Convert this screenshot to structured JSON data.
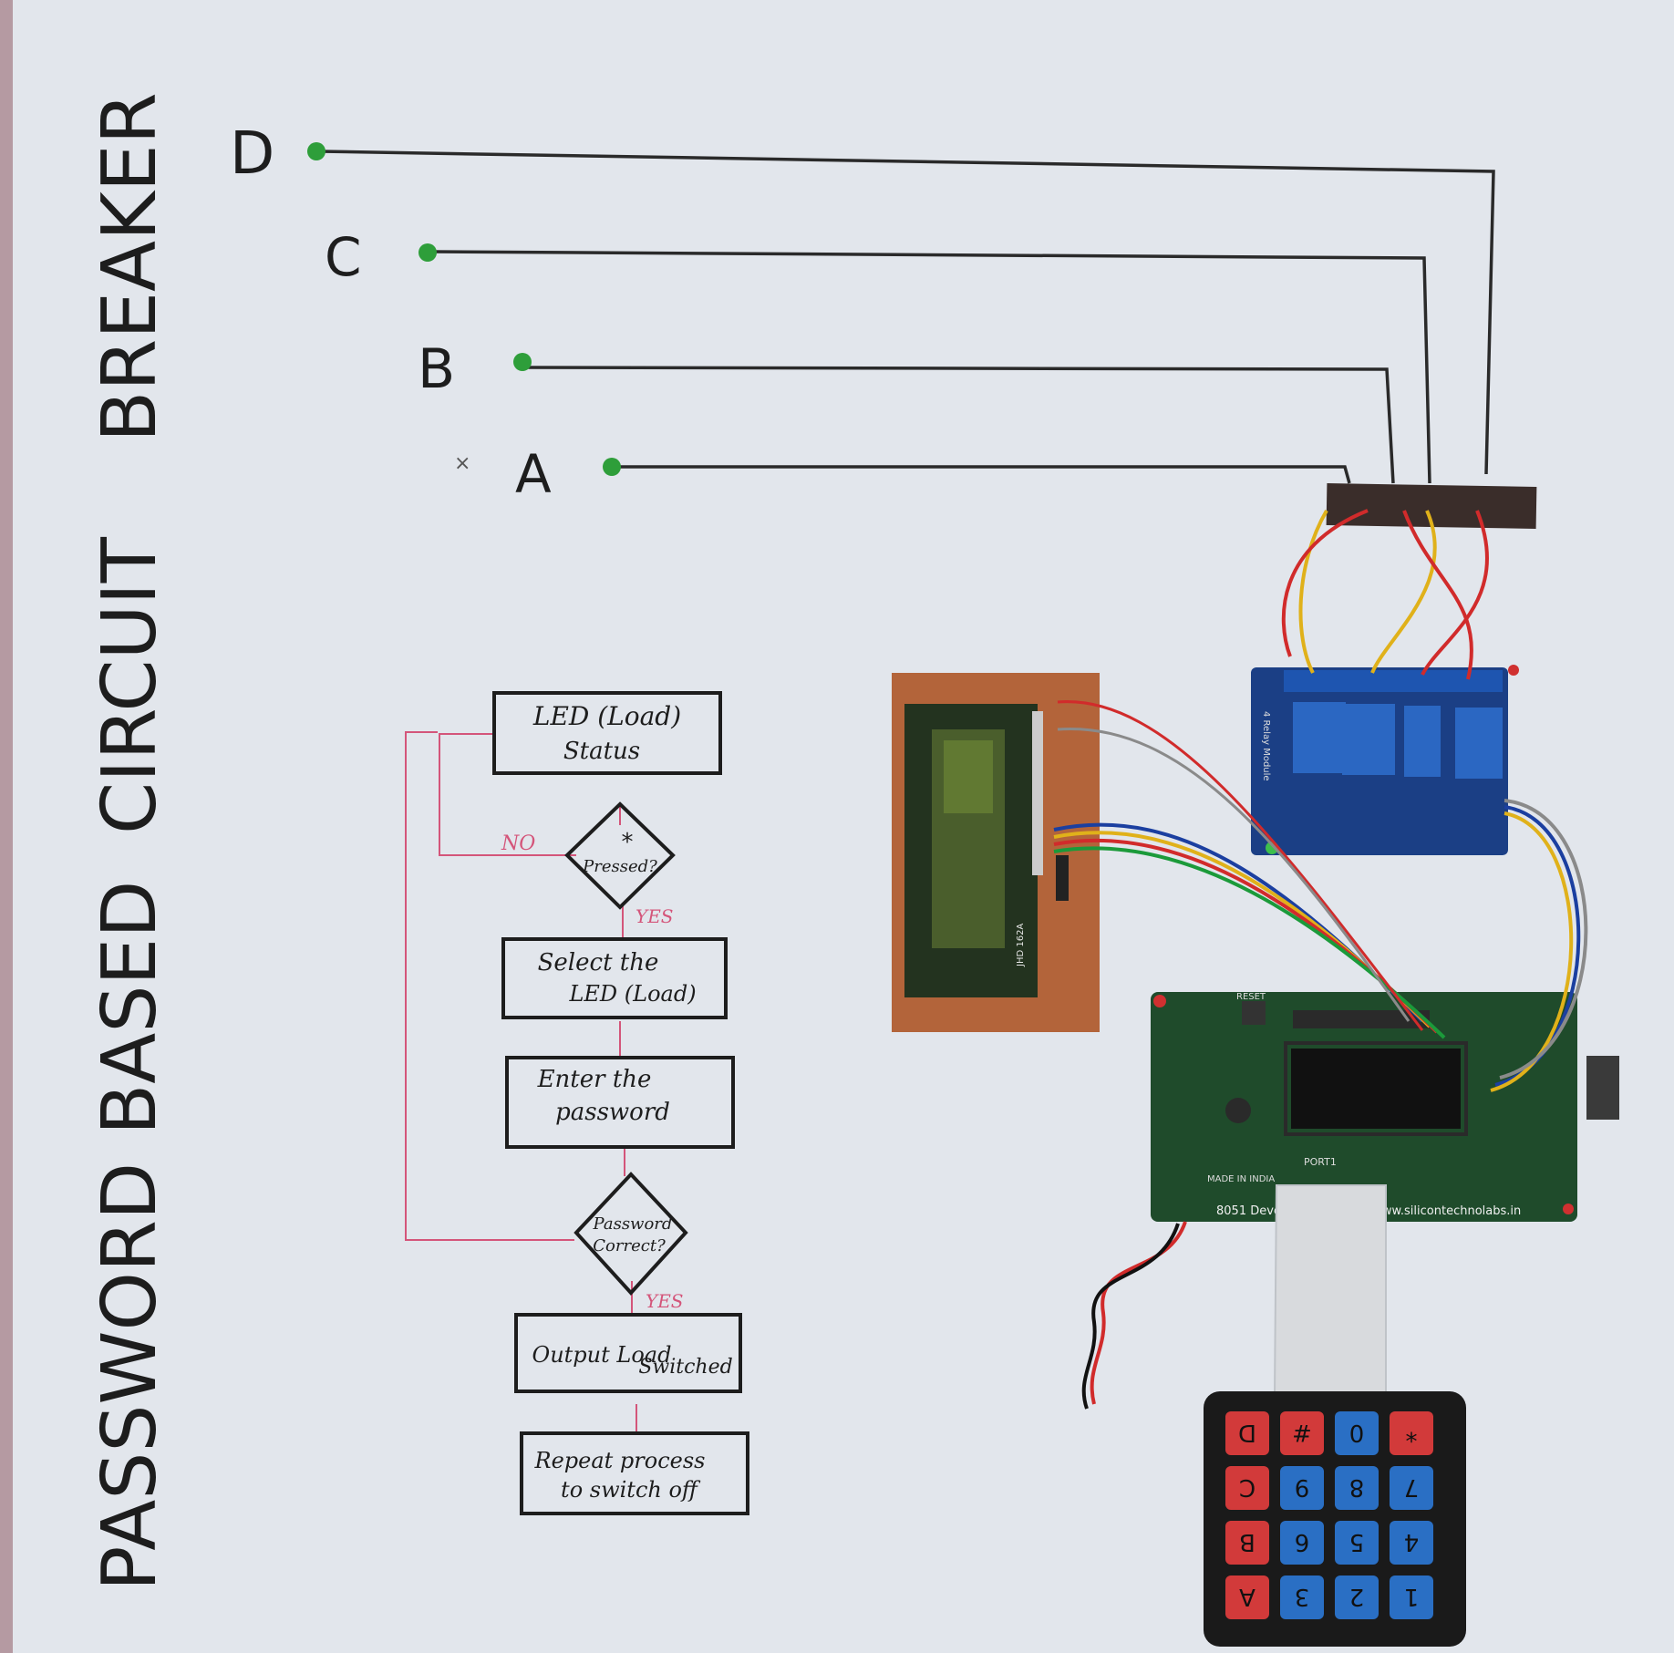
{
  "title": {
    "word1": "PASSWORD",
    "word2": "BASED",
    "word3": "CIRCUIT",
    "word4": "BREAKER"
  },
  "leds": [
    {
      "label": "D",
      "color": "#2e9e3a"
    },
    {
      "label": "C",
      "color": "#2e9e3a"
    },
    {
      "label": "B",
      "color": "#2e9e3a"
    },
    {
      "label": "A",
      "color": "#2e9e3a"
    }
  ],
  "stray_mark": "×",
  "flowchart": {
    "box1_line1": "LED (Load)",
    "box1_line2": "Status",
    "decision1_symbol": "*",
    "decision1_text": "Pressed?",
    "no_label": "NO",
    "yes_label_1": "YES",
    "box2_line1": "Select  the",
    "box2_line2": "LED (Load)",
    "box3_line1": "Enter  the",
    "box3_line2": "password",
    "decision2_line1": "Password",
    "decision2_line2": "Correct?",
    "yes_label_2": "YES",
    "box4_line1": "Output  Load",
    "box4_line2": "Switched",
    "box5_line1": "Repeat  process",
    "box5_line2": "to switch off",
    "flow_line_color": "#d4557a"
  },
  "lcd": {
    "model": "JHD 162A"
  },
  "relay": {
    "side_label": "4 Relay Module"
  },
  "board": {
    "label": "8051 Development Board www.silicontechnolabs.in",
    "made_in": "MADE IN INDIA",
    "reset": "RESET",
    "port": "PORT1"
  },
  "keypad": {
    "rows": [
      [
        "D",
        "#",
        "0",
        "*"
      ],
      [
        "C",
        "9",
        "8",
        "7"
      ],
      [
        "B",
        "6",
        "5",
        "4"
      ],
      [
        "A",
        "3",
        "2",
        "1"
      ]
    ],
    "red_keys": [
      "D",
      "#",
      "*",
      "C",
      "B",
      "A"
    ],
    "red_color": "#d23a3a",
    "blue_color": "#2a6fc4"
  }
}
